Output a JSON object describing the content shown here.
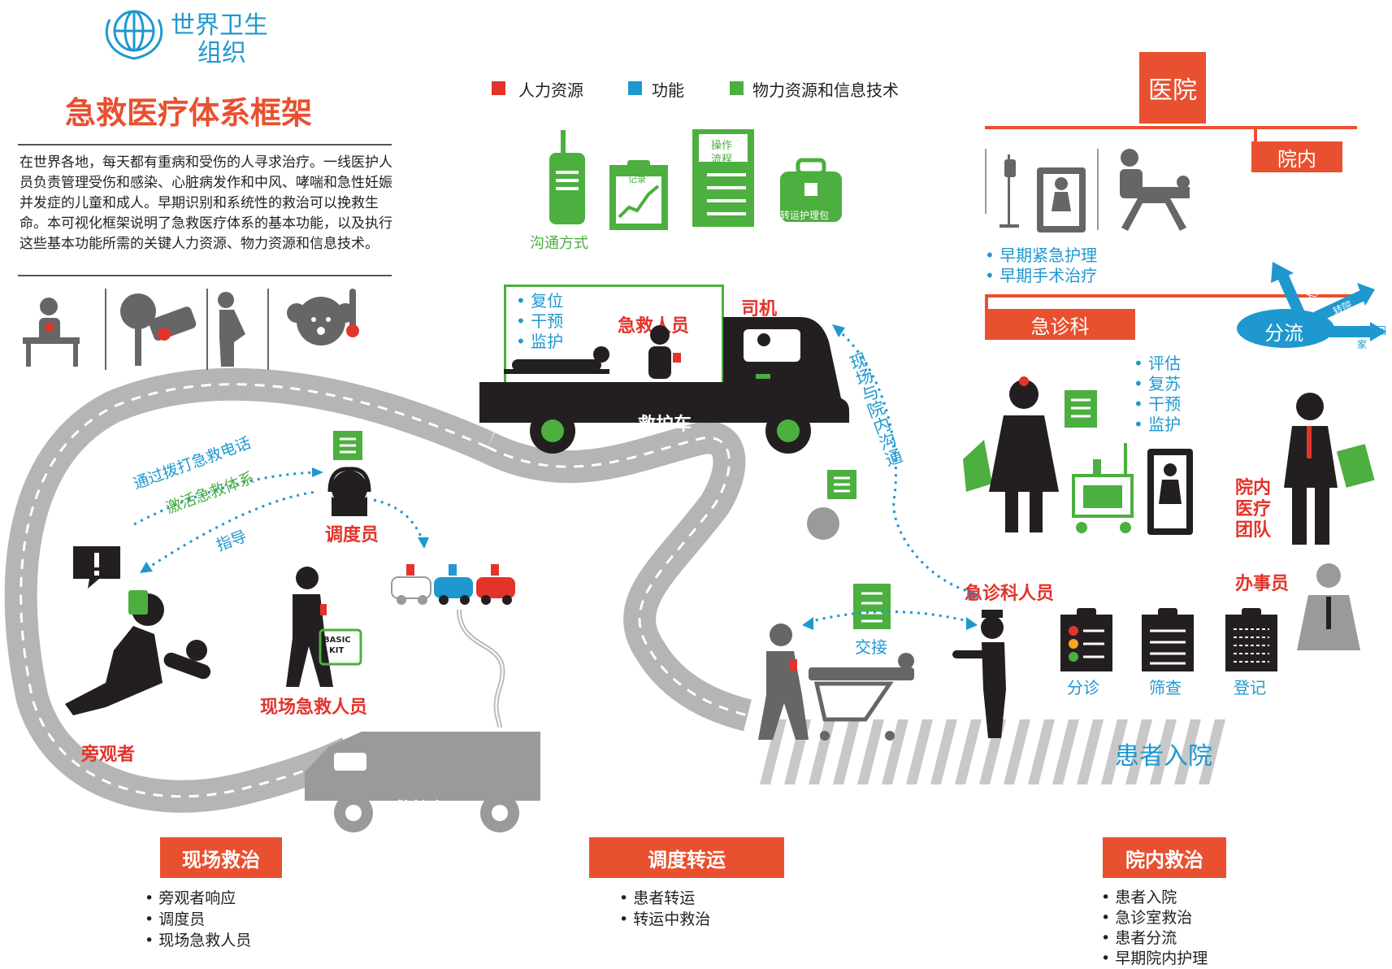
{
  "org": {
    "name_line1": "世界卫生",
    "name_line2": "组织"
  },
  "title": "急救医疗体系框架",
  "intro": "在世界各地，每天都有重病和受伤的人寻求治疗。一线医护人员负责管理受伤和感染、心脏病发作和中风、哮喘和急性妊娠并发症的儿童和成人。早期识别和系统性的救治可以挽救生命。本可视化框架说明了急救医疗体系的基本功能，以及执行这些基本功能所需的关键人力资源、物力资源和信息技术。",
  "legend": [
    {
      "label": "人力资源",
      "color": "#e2342b"
    },
    {
      "label": "功能",
      "color": "#1f98cf"
    },
    {
      "label": "物力资源和信息技术",
      "color": "#4caf3f"
    }
  ],
  "resources": {
    "comm_label": "沟通方式",
    "record_label": "记录",
    "protocol_label_line1": "操作",
    "protocol_label_line2": "流程",
    "kit_label": "转运护理包"
  },
  "ambulance_top": {
    "functions": [
      "复位",
      "干预",
      "监护"
    ],
    "crew_label": "急救人员",
    "driver_label": "司机",
    "vehicle_label": "救护车"
  },
  "field_comm_label": "现场与院内沟通",
  "hospital": {
    "title": "医院",
    "inpatient": "院内",
    "ed": "急诊科",
    "early_care": [
      "早期紧急护理",
      "早期手术治疗"
    ],
    "triage_flow": "分流",
    "admit": "入院",
    "transfer": "转院",
    "discharge": "出院回家",
    "ed_functions": [
      "评估",
      "复苏",
      "干预",
      "监护"
    ],
    "team_label_line1": "院内",
    "team_label_line2": "医疗",
    "team_label_line3": "团队"
  },
  "scene": {
    "call_text": "通过拨打急救电话",
    "activate_text": "激活急救体系",
    "guide_text": "指导",
    "dispatcher": "调度员",
    "bystander": "旁观者",
    "first_responder": "现场急救人员",
    "kit_line1": "BASIC",
    "kit_line2": "KIT",
    "ambulance_label": "救护车"
  },
  "handover": {
    "label": "交接",
    "ed_staff": "急诊科人员",
    "clerk": "办事员",
    "triage": "分诊",
    "screening": "筛查",
    "registration": "登记",
    "arrival": "患者入院"
  },
  "sections": [
    {
      "title": "现场救治",
      "items": [
        "旁观者响应",
        "调度员",
        "现场急救人员"
      ]
    },
    {
      "title": "调度转运",
      "items": [
        "患者转运",
        "转运中救治"
      ]
    },
    {
      "title": "院内救治",
      "items": [
        "患者入院",
        "急诊室救治",
        "患者分流",
        "早期院内护理"
      ]
    }
  ]
}
